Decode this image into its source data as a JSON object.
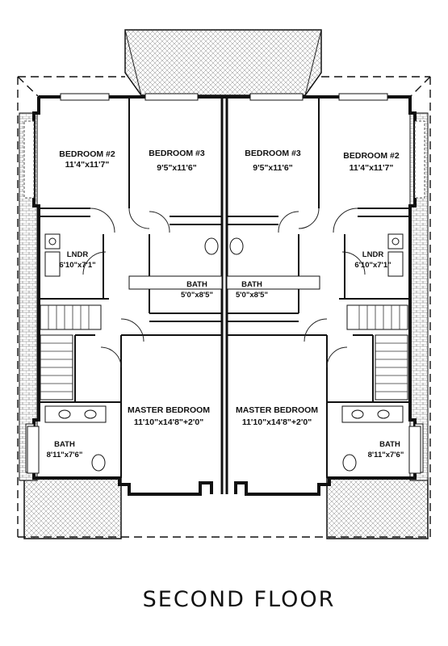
{
  "caption": "SECOND FLOOR",
  "rooms": {
    "left_bedroom2": {
      "name": "BEDROOM #2",
      "dims": "11'4\"x11'7\""
    },
    "left_bedroom3": {
      "name": "BEDROOM #3",
      "dims": "9'5\"x11'6\""
    },
    "right_bedroom3": {
      "name": "BEDROOM #3",
      "dims": "9'5\"x11'6\""
    },
    "right_bedroom2": {
      "name": "BEDROOM #2",
      "dims": "11'4\"x11'7\""
    },
    "left_laundry": {
      "name": "LNDR",
      "dims": "6'10\"x7'1\""
    },
    "right_laundry": {
      "name": "LNDR",
      "dims": "6'10\"x7'1\""
    },
    "left_hall_bath": {
      "name": "BATH",
      "dims": "5'0\"x8'5\""
    },
    "right_hall_bath": {
      "name": "BATH",
      "dims": "5'0\"x8'5\""
    },
    "left_master": {
      "name": "MASTER BEDROOM",
      "dims": "11'10\"x14'8\"+2'0\""
    },
    "right_master": {
      "name": "MASTER BEDROOM",
      "dims": "11'10\"x14'8\"+2'0\""
    },
    "left_master_bath": {
      "name": "BATH",
      "dims": "8'11\"x7'6\""
    },
    "right_master_bath": {
      "name": "BATH",
      "dims": "8'11\"x7'6\""
    }
  }
}
